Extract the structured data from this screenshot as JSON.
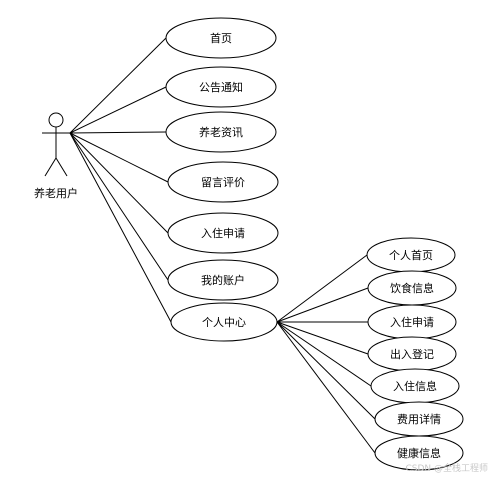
{
  "actor": {
    "label": "养老用户"
  },
  "use_cases": [
    {
      "label": "首页"
    },
    {
      "label": "公告通知"
    },
    {
      "label": "养老资讯"
    },
    {
      "label": "留言评价"
    },
    {
      "label": "入住申请"
    },
    {
      "label": "我的账户"
    },
    {
      "label": "个人中心"
    }
  ],
  "sub_use_cases": [
    {
      "label": "个人首页"
    },
    {
      "label": "饮食信息"
    },
    {
      "label": "入住申请"
    },
    {
      "label": "出入登记"
    },
    {
      "label": "入住信息"
    },
    {
      "label": "费用详情"
    },
    {
      "label": "健康信息"
    }
  ],
  "watermark": "CSDN @全栈工程师"
}
